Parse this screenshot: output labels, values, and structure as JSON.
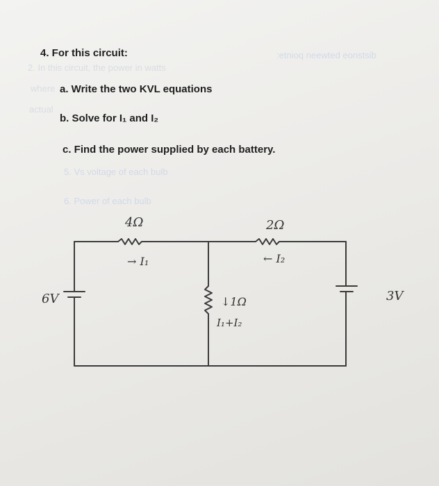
{
  "problem": {
    "title": "4. For this circuit:",
    "part_a": "a. Write the two KVL equations",
    "part_b": "b. Solve for I₁ and I₂",
    "part_c": "c. Find the power supplied by each battery."
  },
  "bleed_through": {
    "line1": "2. In this circuit, the power in watts",
    "line2": "where",
    "line3": "actual",
    "line4": "5. Vs voltage of each bulb",
    "line5": "6. Power of each bulb",
    "top_right_mirror": ":etnioq neewted eonstsib"
  },
  "circuit": {
    "r1_label": "4Ω",
    "r2_label": "2Ω",
    "r3_label": "↓1Ω",
    "i1_label": "→ I₁",
    "i2_label": "← I₂",
    "i_sum_label": "I₁+I₂",
    "v1_label": "6V",
    "v2_label": "3V",
    "wire_color": "#3a3a3a"
  }
}
